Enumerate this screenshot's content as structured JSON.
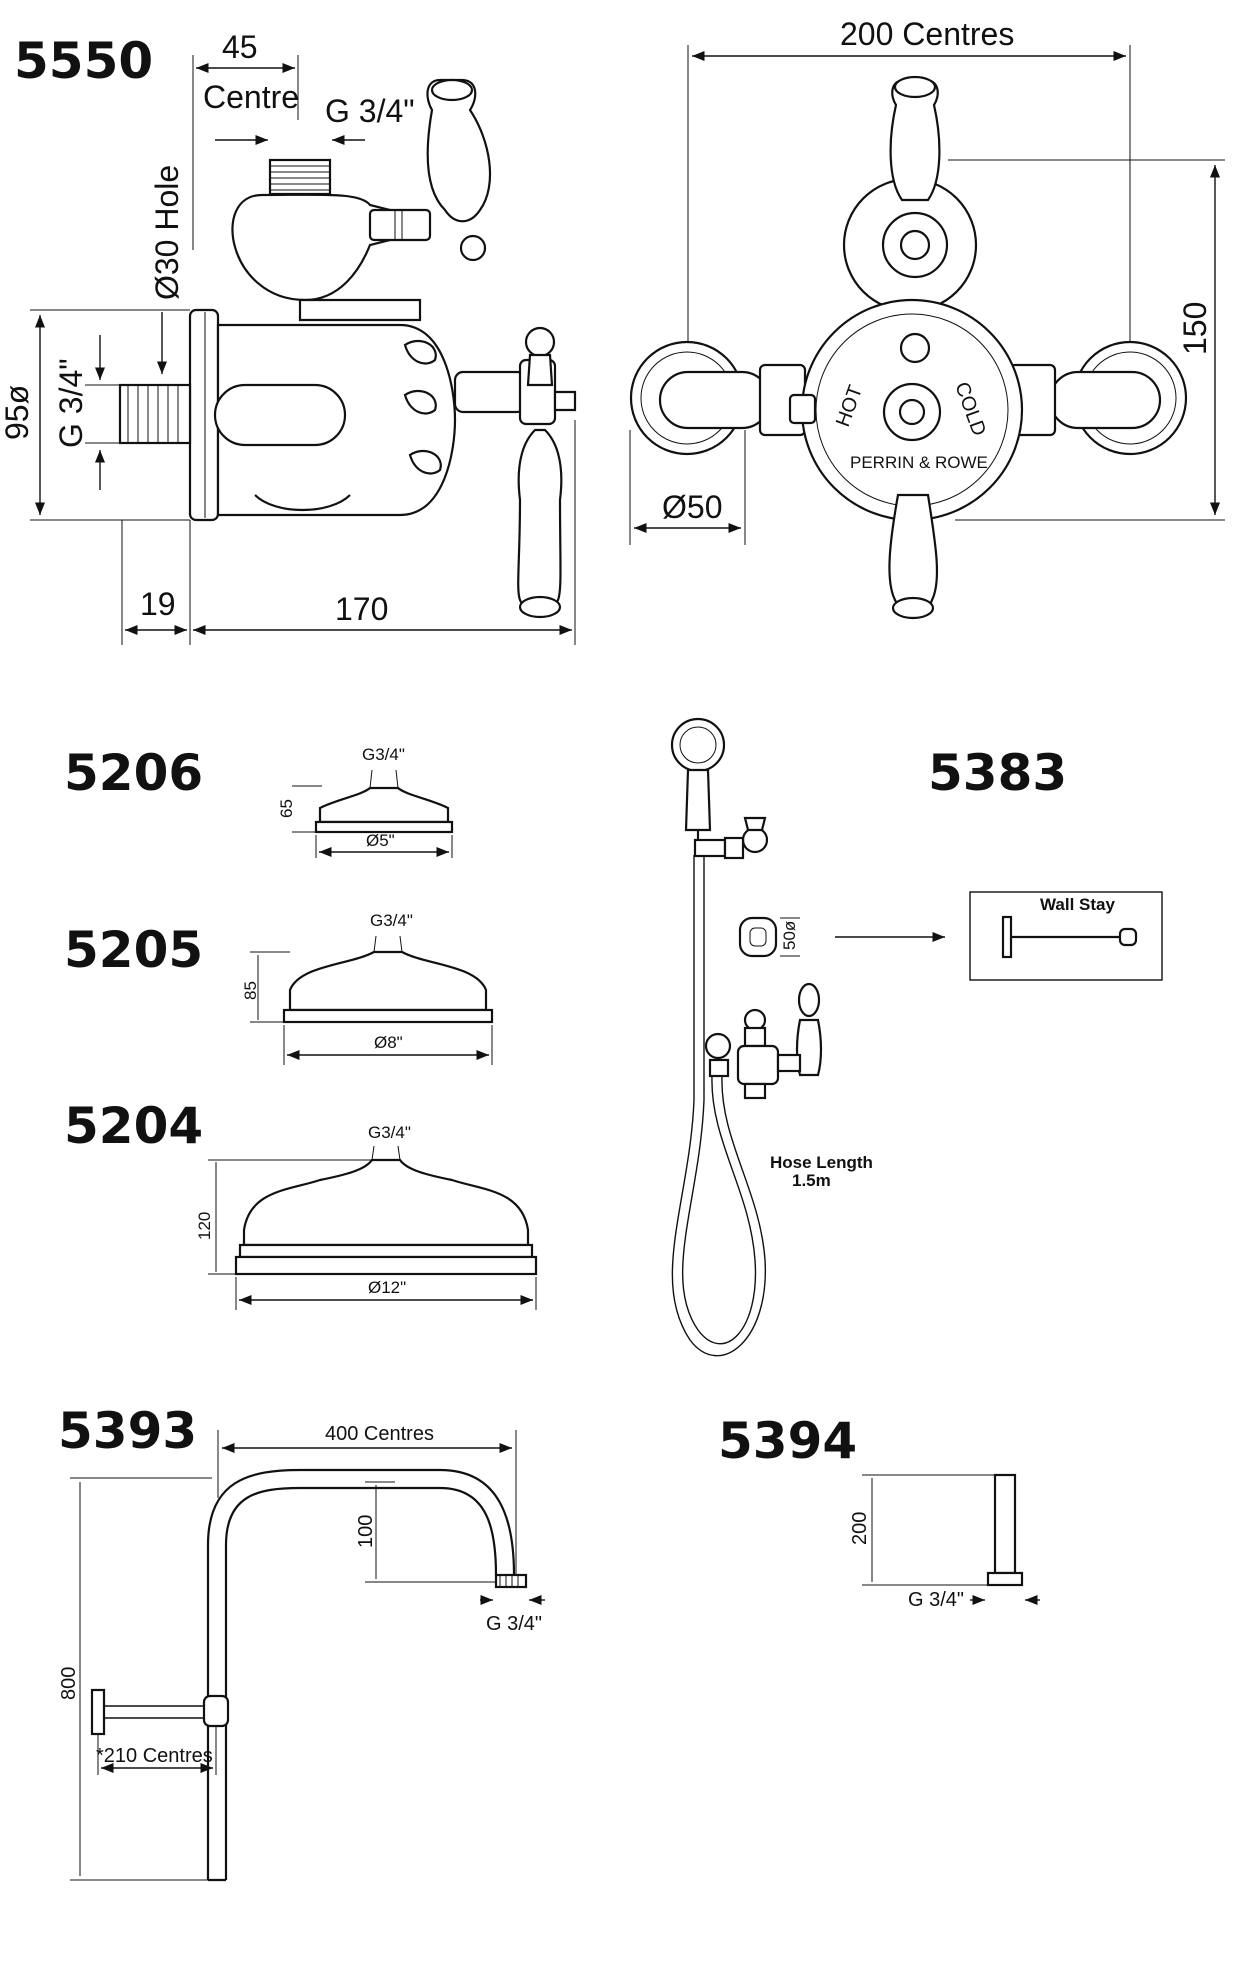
{
  "products": {
    "p5550": {
      "code": "5550",
      "dim_centre_value": "45",
      "dim_centre_label": "Centre",
      "dim_thread_top": "G 3/4\"",
      "dim_hole": "Ø30 Hole",
      "dim_height": "95ø",
      "dim_thread_side": "G 3/4\"",
      "dim_depth_small": "19",
      "dim_depth": "170",
      "dim_centres": "200 Centres",
      "dim_total_height": "150",
      "dim_dia": "Ø50",
      "dial_hot": "HOT",
      "dial_cold": "COLD",
      "dial_brand": "PERRIN & ROWE"
    },
    "p5206": {
      "code": "5206",
      "thread": "G3/4\"",
      "height": "65",
      "diameter": "Ø5\""
    },
    "p5205": {
      "code": "5205",
      "thread": "G3/4\"",
      "height": "85",
      "diameter": "Ø8\""
    },
    "p5204": {
      "code": "5204",
      "thread": "G3/4\"",
      "height": "120",
      "diameter": "Ø12\""
    },
    "p5383": {
      "code": "5383",
      "wall_stay_label": "Wall Stay",
      "dim_small": "50ø",
      "hose_label_1": "Hose Length",
      "hose_label_2": "1.5m"
    },
    "p5393": {
      "code": "5393",
      "centres": "400 Centres",
      "drop": "100",
      "thread": "G 3/4\"",
      "height": "800",
      "wall_centres": "*210 Centres"
    },
    "p5394": {
      "code": "5394",
      "height": "200",
      "thread": "G 3/4\""
    }
  }
}
